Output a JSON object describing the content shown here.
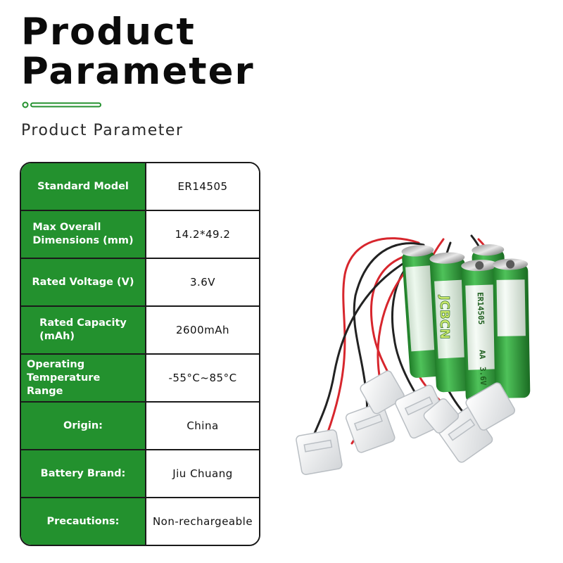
{
  "headline": {
    "line1": "Product",
    "line2": "Parameter"
  },
  "subtitle": "Product Parameter",
  "colors": {
    "accent_green": "#23912e",
    "text_dark": "#0b0b0b",
    "border": "#1a1a1a"
  },
  "parameters": [
    {
      "label": "Standard Model",
      "value": "ER14505"
    },
    {
      "label": "Max Overall\nDimensions (mm)",
      "value": "14.2*49.2"
    },
    {
      "label": "Rated Voltage (V)",
      "value": "3.6V"
    },
    {
      "label": "Rated Capacity\n(mAh)",
      "value": "2600mAh"
    },
    {
      "label": "Operating\nTemperature Range",
      "value": "-55°C~85°C"
    },
    {
      "label": "Origin:",
      "value": "China"
    },
    {
      "label": "Battery Brand:",
      "value": "Jiu Chuang"
    },
    {
      "label": "Precautions:",
      "value": "Non-rechargeable"
    }
  ],
  "battery": {
    "model": "ER14505",
    "size": "AA",
    "voltage": "3.6V",
    "brand_mark": "JCBCN"
  }
}
